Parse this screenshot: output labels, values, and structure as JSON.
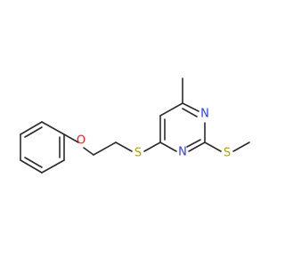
{
  "molecule": {
    "atoms": {
      "n_top": {
        "symbol": "N",
        "color": "#2e3bff"
      },
      "n_bottom": {
        "symbol": "N",
        "color": "#2e3bff"
      },
      "s_methylthio": {
        "symbol": "S",
        "color": "#b3a100"
      },
      "s_thioether": {
        "symbol": "S",
        "color": "#b3a100"
      },
      "o_ether": {
        "symbol": "O",
        "color": "#ff1a1a"
      }
    },
    "bond_color": "#2b2b2b",
    "background": "#ffffff"
  }
}
